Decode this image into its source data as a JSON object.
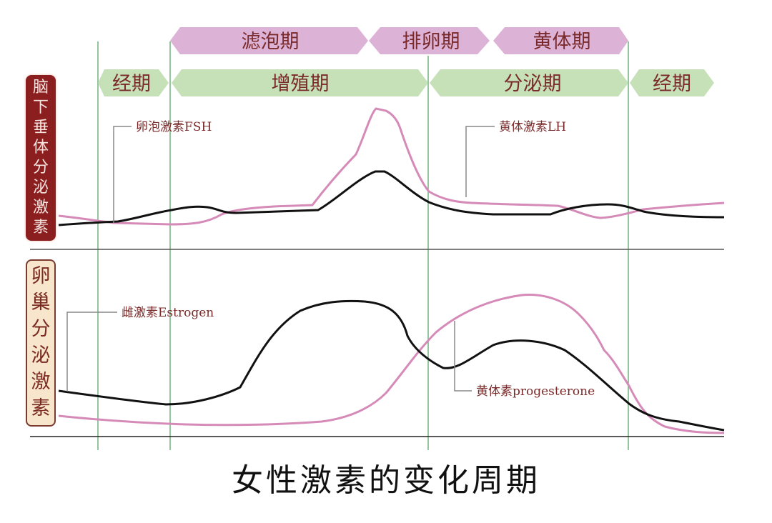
{
  "title": "女性激素的变化周期",
  "colors": {
    "ovarian_phase_band": "#dcb3d6",
    "uterine_phase_band": "#c6e0b8",
    "phase_text": "#7a2a2a",
    "pituitary_box": "#8b1f1f",
    "ovarian_box_fill": "#f7e6cc",
    "pink_curve": "#d58ab8",
    "black_curve": "#111111",
    "divider_green": "#5aa66a"
  },
  "ovarian_phases": [
    {
      "label": "滤泡期"
    },
    {
      "label": "排卵期"
    },
    {
      "label": "黄体期"
    }
  ],
  "uterine_phases": [
    {
      "label": "经期"
    },
    {
      "label": "增殖期"
    },
    {
      "label": "分泌期"
    },
    {
      "label": "经期"
    }
  ],
  "panels": {
    "pituitary": {
      "label_chars": [
        "脑",
        "下",
        "垂",
        "体",
        "分",
        "泌",
        "激",
        "素"
      ],
      "label": "脑下垂体分泌激素",
      "curves": [
        {
          "name": "卵泡激素FSH",
          "color": "black"
        },
        {
          "name": "黄体激素LH",
          "color": "pink"
        }
      ]
    },
    "ovarian": {
      "label_chars": [
        "卵",
        "巢",
        "分",
        "泌",
        "激",
        "素"
      ],
      "label": "卵巢分泌激素",
      "curves": [
        {
          "name": "雌激素Estrogen",
          "color": "black"
        },
        {
          "name": "黄体素progesterone",
          "color": "pink"
        }
      ]
    }
  },
  "labels": {
    "fsh": "卵泡激素FSH",
    "lh": "黄体激素LH",
    "estrogen": "雌激素Estrogen",
    "progesterone": "黄体素progesterone"
  }
}
